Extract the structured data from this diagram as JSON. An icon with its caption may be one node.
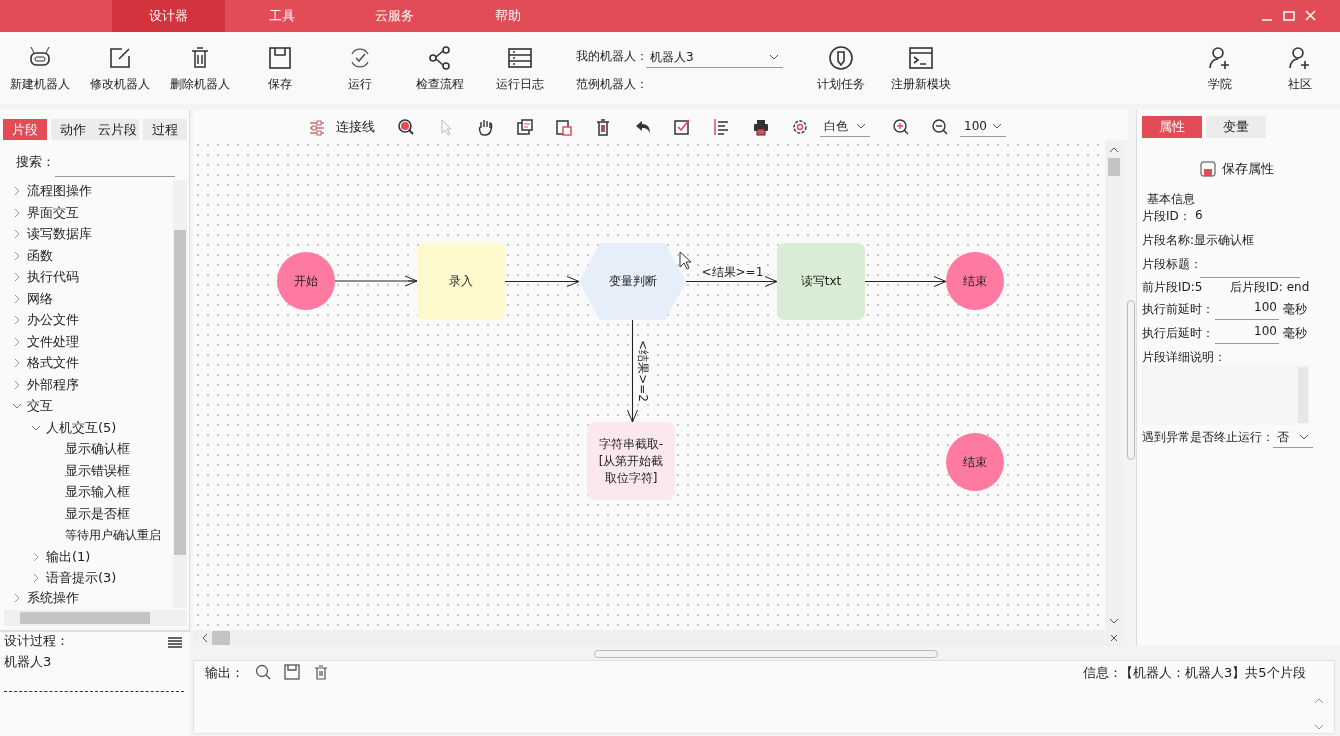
{
  "diagram": {
    "nodes": [
      {
        "text": [
          "开始"
        ]
      },
      {
        "text": [
          "录入"
        ]
      },
      {
        "text": [
          "变量判断"
        ]
      },
      {
        "text": [
          "读写txt"
        ]
      },
      {
        "text": [
          "结束"
        ]
      },
      {
        "text": [
          "字符串截取-[从第开始截取位字符]"
        ]
      },
      {
        "text": [
          "结束"
        ]
      }
    ],
    "edges": [
      {
        "from": 0,
        "to": 1,
        "arrow": "to"
      },
      {
        "from": 1,
        "to": 2,
        "arrow": "to"
      },
      {
        "from": 2,
        "to": 3,
        "arrow": "to",
        "label": "<结果>=1"
      },
      {
        "from": 3,
        "to": 4,
        "arrow": "to"
      },
      {
        "from": 2,
        "to": 5,
        "arrow": "to",
        "label": "<结果>=2"
      }
    ],
    "labels": [
      "设计器",
      "工具",
      "云服务",
      "帮助",
      "新建机器人",
      "修改机器人",
      "删除机器人",
      "保存",
      "运行",
      "检查流程",
      "运行日志",
      "我的机器人：",
      "机器人3",
      "范例机器人：",
      "计划任务",
      "注册新模块",
      "学院",
      "社区",
      "片段",
      "动作",
      "云片段",
      "过程",
      "搜索：",
      "流程图操作",
      "界面交互",
      "读写数据库",
      "函数",
      "执行代码",
      "网络",
      "办公文件",
      "文件处理",
      "格式文件",
      "外部程序",
      "交互",
      "人机交互(5)",
      "显示确认框",
      "显示错误框",
      "显示输入框",
      "显示是否框",
      "等待用户确认重启",
      "输出(1)",
      "语音提示(3)",
      "系统操作",
      "设计过程：",
      "机器人3",
      "连接线",
      "白色",
      "100",
      "属性",
      "变量",
      "保存属性",
      "基本信息",
      "片段ID：",
      "6",
      "片段名称:显示确认框",
      "片段标题：",
      "前片段ID:5",
      "后片段ID: end",
      "执行前延时：",
      "100",
      "毫秒",
      "执行后延时：",
      "100",
      "毫秒",
      "片段详细说明：",
      "遇到异常是否终止运行：",
      "否",
      "输出：",
      "信息：",
      "【机器人：机器人3】共5个片段"
    ]
  }
}
